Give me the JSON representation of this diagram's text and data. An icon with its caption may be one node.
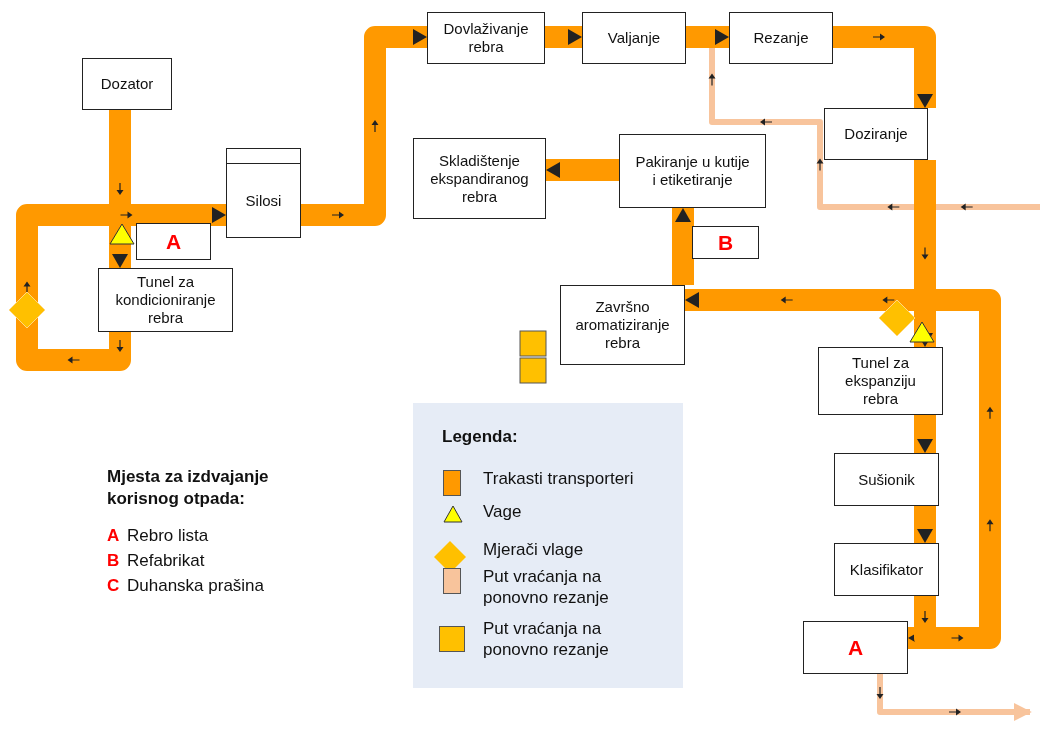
{
  "diagram": {
    "nodes": [
      {
        "text": [
          "Dozator"
        ]
      },
      {
        "text": [
          "Silosi"
        ]
      },
      {
        "text": [
          "A"
        ]
      },
      {
        "text": [
          "Tunel za kondicioniranje rebra"
        ]
      },
      {
        "text": [
          "Dovlaživanje rebra"
        ]
      },
      {
        "text": [
          "Valjanje"
        ]
      },
      {
        "text": [
          "Rezanje"
        ]
      },
      {
        "text": [
          "Doziranje"
        ]
      },
      {
        "text": [
          "Skladištenje ekspandiranog rebra"
        ]
      },
      {
        "text": [
          "Pakiranje u kutije i etiketiranje"
        ]
      },
      {
        "text": [
          "B"
        ]
      },
      {
        "text": [
          "Završno aromatiziranje rebra"
        ]
      },
      {
        "text": [
          "Tunel za ekspanziju rebra"
        ]
      },
      {
        "text": [
          "Sušionik"
        ]
      },
      {
        "text": [
          "Klasifikator"
        ]
      },
      {
        "text": [
          "A"
        ]
      }
    ],
    "edges": [
      {
        "from": 0,
        "to": 3,
        "arrow": "to"
      },
      {
        "from": 3,
        "to": 1,
        "arrow": "to"
      },
      {
        "from": 1,
        "to": 4,
        "arrow": "to"
      },
      {
        "from": 4,
        "to": 5,
        "arrow": "to"
      },
      {
        "from": 5,
        "to": 6,
        "arrow": "to"
      },
      {
        "from": 6,
        "to": 7,
        "arrow": "to"
      },
      {
        "from": 7,
        "to": 12,
        "arrow": "to"
      },
      {
        "from": 12,
        "to": 13,
        "arrow": "to"
      },
      {
        "from": 13,
        "to": 14,
        "arrow": "to"
      },
      {
        "from": 14,
        "to": 15,
        "arrow": "to"
      },
      {
        "from": 14,
        "to": 11,
        "arrow": "to"
      },
      {
        "from": 11,
        "to": 9,
        "arrow": "to"
      },
      {
        "from": 9,
        "to": 8,
        "arrow": "to"
      },
      {
        "from": null,
        "to": 6,
        "arrow": "to",
        "color": "#f8c49c"
      },
      {
        "from": 15,
        "to": null,
        "arrow": "to",
        "color": "#f8c49c"
      }
    ],
    "labels": [
      "Mjesta za izdvajanje korisnog otpada:",
      "A",
      "Rebro lista",
      "B",
      "Refabrikat",
      "C",
      "Duhanska prašina",
      "Legenda:"
    ],
    "legend": [
      {
        "text": "Trakasti transporteri",
        "color": "#ff9900"
      },
      {
        "text": "Vage"
      },
      {
        "text": "Mjerači vlage"
      },
      {
        "text": "Put vraćanja na ponovno rezanje",
        "color": "#f8c49c"
      },
      {
        "text": "Put vraćanja na ponovno rezanje",
        "color": "#ffc000"
      }
    ]
  }
}
